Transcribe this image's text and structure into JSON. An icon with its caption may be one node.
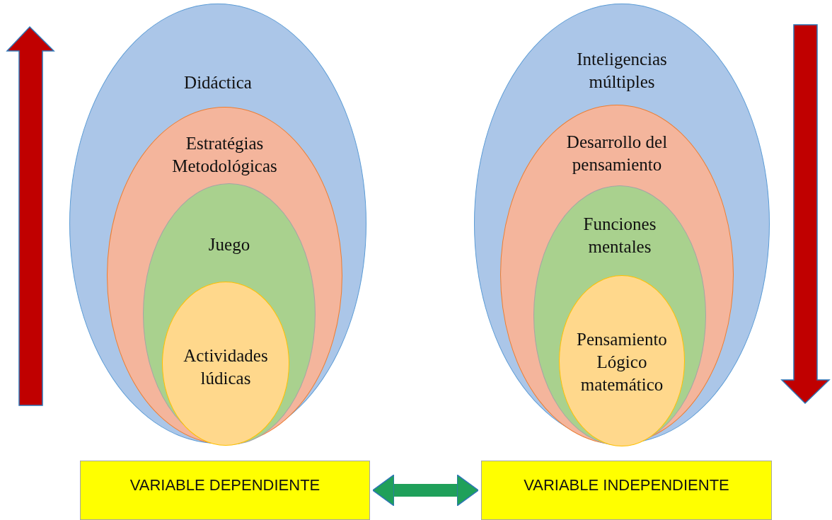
{
  "diagram": {
    "nodes": [
      {
        "text": [
          "Didáctica"
        ]
      },
      {
        "text": [
          "Estratégias Metodológicas"
        ],
        "in": 0
      },
      {
        "text": [
          "Juego"
        ],
        "in": 1
      },
      {
        "text": [
          "Actividades lúdicas"
        ],
        "in": 2
      },
      {
        "text": [
          "Inteligencias múltiples"
        ]
      },
      {
        "text": [
          "Desarrollo del pensamiento"
        ],
        "in": 4
      },
      {
        "text": [
          "Funciones mentales"
        ],
        "in": 5
      },
      {
        "text": [
          "Pensamiento Lógico matemático"
        ],
        "in": 6
      },
      {
        "text": [
          "VARIABLE DEPENDIENTE"
        ]
      },
      {
        "text": [
          "VARIABLE INDEPENDIENTE"
        ]
      }
    ],
    "edges": [
      {
        "from": 8,
        "to": 9,
        "arrow": "both"
      }
    ]
  }
}
